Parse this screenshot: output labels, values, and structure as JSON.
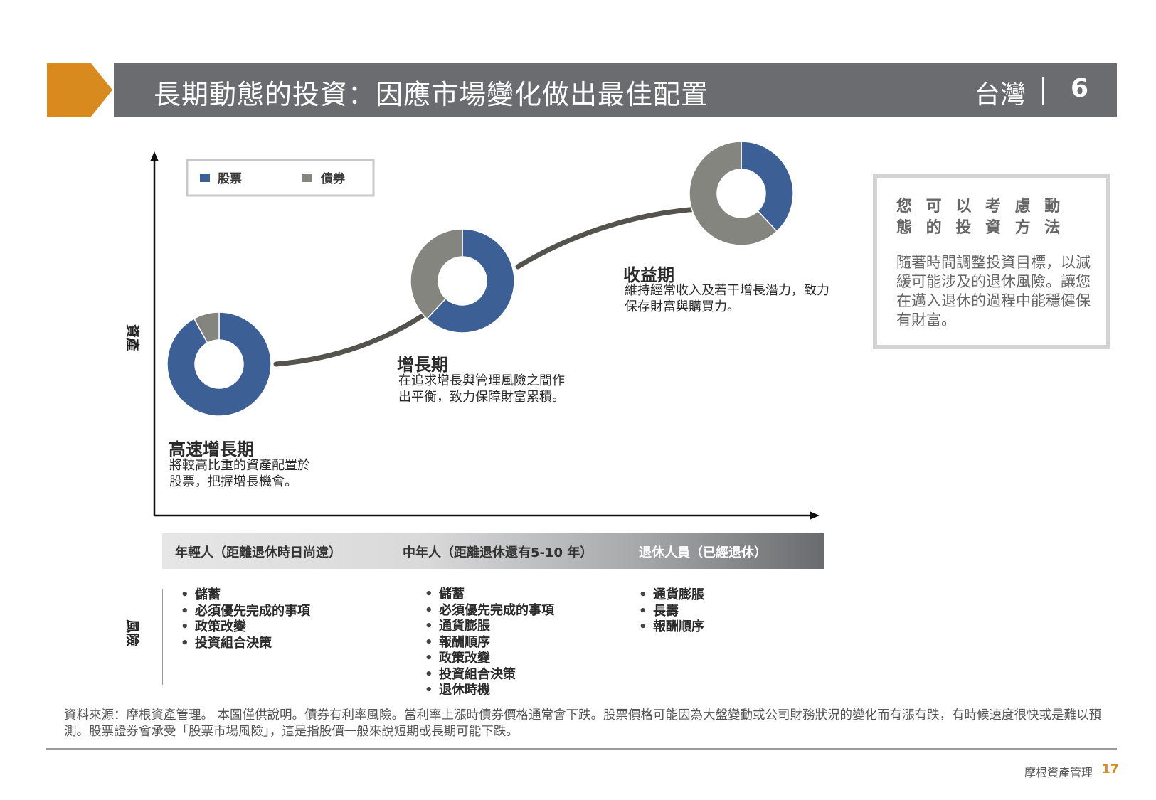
{
  "header": {
    "title": "長期動態的投資：因應市場變化做出最佳配置",
    "region": "台灣",
    "page_number": "6",
    "accent_color": "#d88a1f",
    "bar_color": "#6b6c6f"
  },
  "legend": {
    "items": [
      {
        "label": "股票",
        "color": "#3c6096"
      },
      {
        "label": "債券",
        "color": "#858580"
      }
    ]
  },
  "axes": {
    "y_label": "資產",
    "risk_label": "風險"
  },
  "stages": [
    {
      "title": "高速增長期",
      "desc_line1": "將較高比重的資產配置於",
      "desc_line2": "股票，把握增長機會。",
      "stock_fraction": 0.92,
      "bond_fraction": 0.08
    },
    {
      "title": "增長期",
      "desc_line1": "在追求增長與管理風險之間作",
      "desc_line2": "出平衡，致力保障財富累積。",
      "stock_fraction": 0.62,
      "bond_fraction": 0.38
    },
    {
      "title": "收益期",
      "desc_line1": "維持經常收入及若干增長潛力，致力",
      "desc_line2": "保存財富與購買力。",
      "stock_fraction": 0.38,
      "bond_fraction": 0.62
    }
  ],
  "age_groups": [
    {
      "label": "年輕人（距離退休時日尚遠）"
    },
    {
      "label": "中年人（距離退休還有5-10 年）"
    },
    {
      "label": "退休人員（已經退休）"
    }
  ],
  "risks": [
    [
      "儲蓄",
      "必須優先完成的事項",
      "政策改變",
      "投資組合決策"
    ],
    [
      "儲蓄",
      "必須優先完成的事項",
      "通貨膨脹",
      "報酬順序",
      "政策改變",
      "投資組合決策",
      "退休時機"
    ],
    [
      "通貨膨脹",
      "長壽",
      "報酬順序"
    ]
  ],
  "info_box": {
    "title": "您 可 以 考 慮 動 態 的 投 資 方 法",
    "body": "隨著時間調整投資目標，以減緩可能涉及的退休風險。讓您在邁入退休的過程中能穩健保有財富。"
  },
  "source_note": "資料來源：摩根資產管理。 本圖僅供說明。債券有利率風險。當利率上漲時債券價格通常會下跌。股票價格可能因為大盤變動或公司財務狀況的變化而有漲有跌，有時候速度很快或是難以預測。股票證券會承受「股票市場風險」，這是指股價一般來說短期或長期可能下跌。",
  "footer": {
    "brand": "摩根資產管理",
    "page": "17"
  }
}
